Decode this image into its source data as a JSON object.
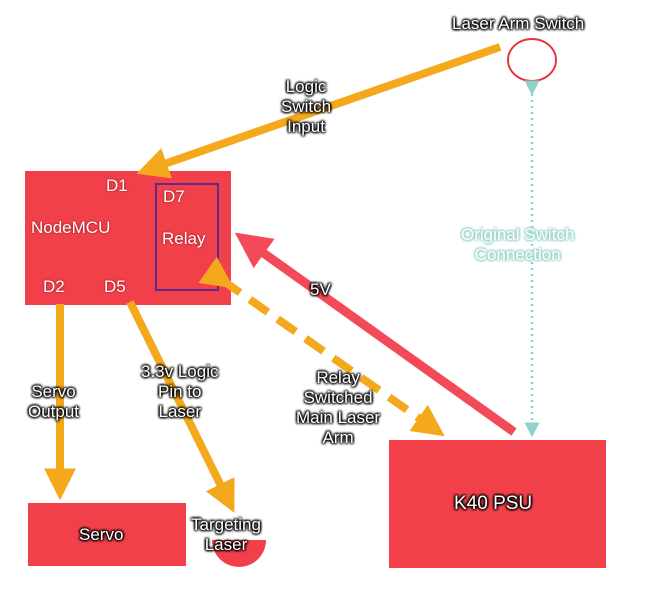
{
  "colors": {
    "box_red": "#f2404b",
    "arrow_orange": "#f4a81c",
    "arrow_red": "#f24a58",
    "relay_outline": "#5e2a8c",
    "switch_link": "#8fd3cb"
  },
  "switch": {
    "label": "Laser Arm Switch"
  },
  "nodemcu": {
    "name": "NodeMCU",
    "pin_d1": "D1",
    "pin_d7": "D7",
    "pin_d2": "D2",
    "pin_d5": "D5",
    "relay": "Relay"
  },
  "psu": {
    "name": "K40 PSU"
  },
  "servo": {
    "name": "Servo"
  },
  "targeting_laser": {
    "line1": "Targeting",
    "line2": "Laser"
  },
  "labels": {
    "logic_switch": [
      "Logic",
      "Switch",
      "Input"
    ],
    "original_switch": [
      "Original Switch",
      "Connection"
    ],
    "five_v": "5V",
    "servo_output": [
      "Servo",
      "Output"
    ],
    "logic_pin": [
      "3.3v Logic",
      "Pin to",
      "Laser"
    ],
    "relay_switched": [
      "Relay",
      "Switched",
      "Main Laser",
      "Arm"
    ]
  }
}
